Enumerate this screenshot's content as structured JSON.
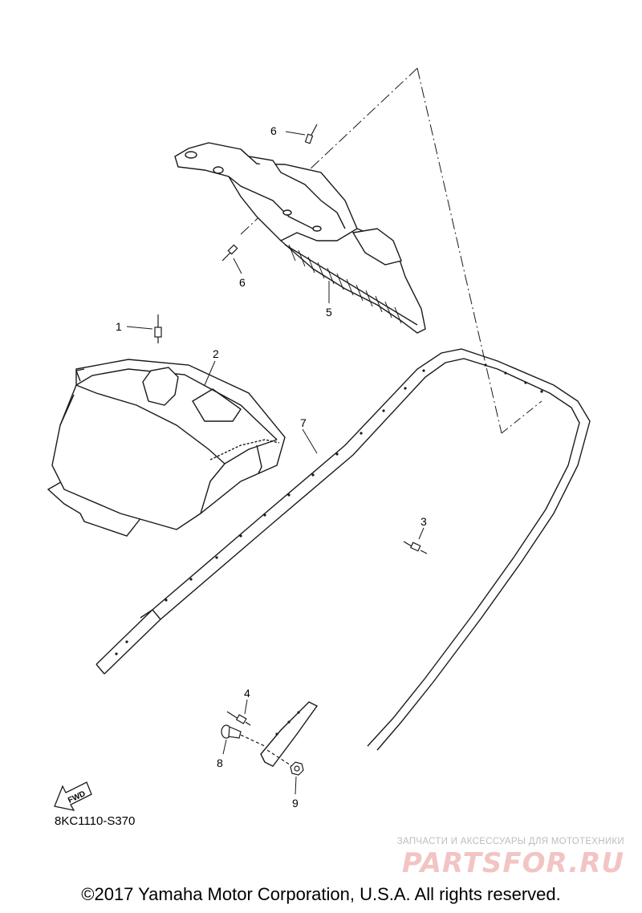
{
  "diagram": {
    "callouts": [
      {
        "id": "1",
        "label": "1"
      },
      {
        "id": "2",
        "label": "2"
      },
      {
        "id": "3",
        "label": "3"
      },
      {
        "id": "4",
        "label": "4"
      },
      {
        "id": "5",
        "label": "5"
      },
      {
        "id": "6a",
        "label": "6"
      },
      {
        "id": "6b",
        "label": "6"
      },
      {
        "id": "7",
        "label": "7"
      },
      {
        "id": "8",
        "label": "8"
      },
      {
        "id": "9",
        "label": "9"
      }
    ],
    "fwd_label": "FWD",
    "reference_code": "8KC1110-S370"
  },
  "footer": {
    "copyright": "©2017 Yamaha Motor Corporation, U.S.A. All rights reserved."
  },
  "watermark": {
    "tagline": "ЗАПЧАСТИ И АКСЕССУАРЫ ДЛЯ МОТОТЕХНИКИ",
    "brand": "PARTSFOR.RU"
  },
  "colors": {
    "line": "#1a1a1a",
    "watermark_brand": "#f2c4c4",
    "watermark_tagline": "#bdbdbd"
  }
}
